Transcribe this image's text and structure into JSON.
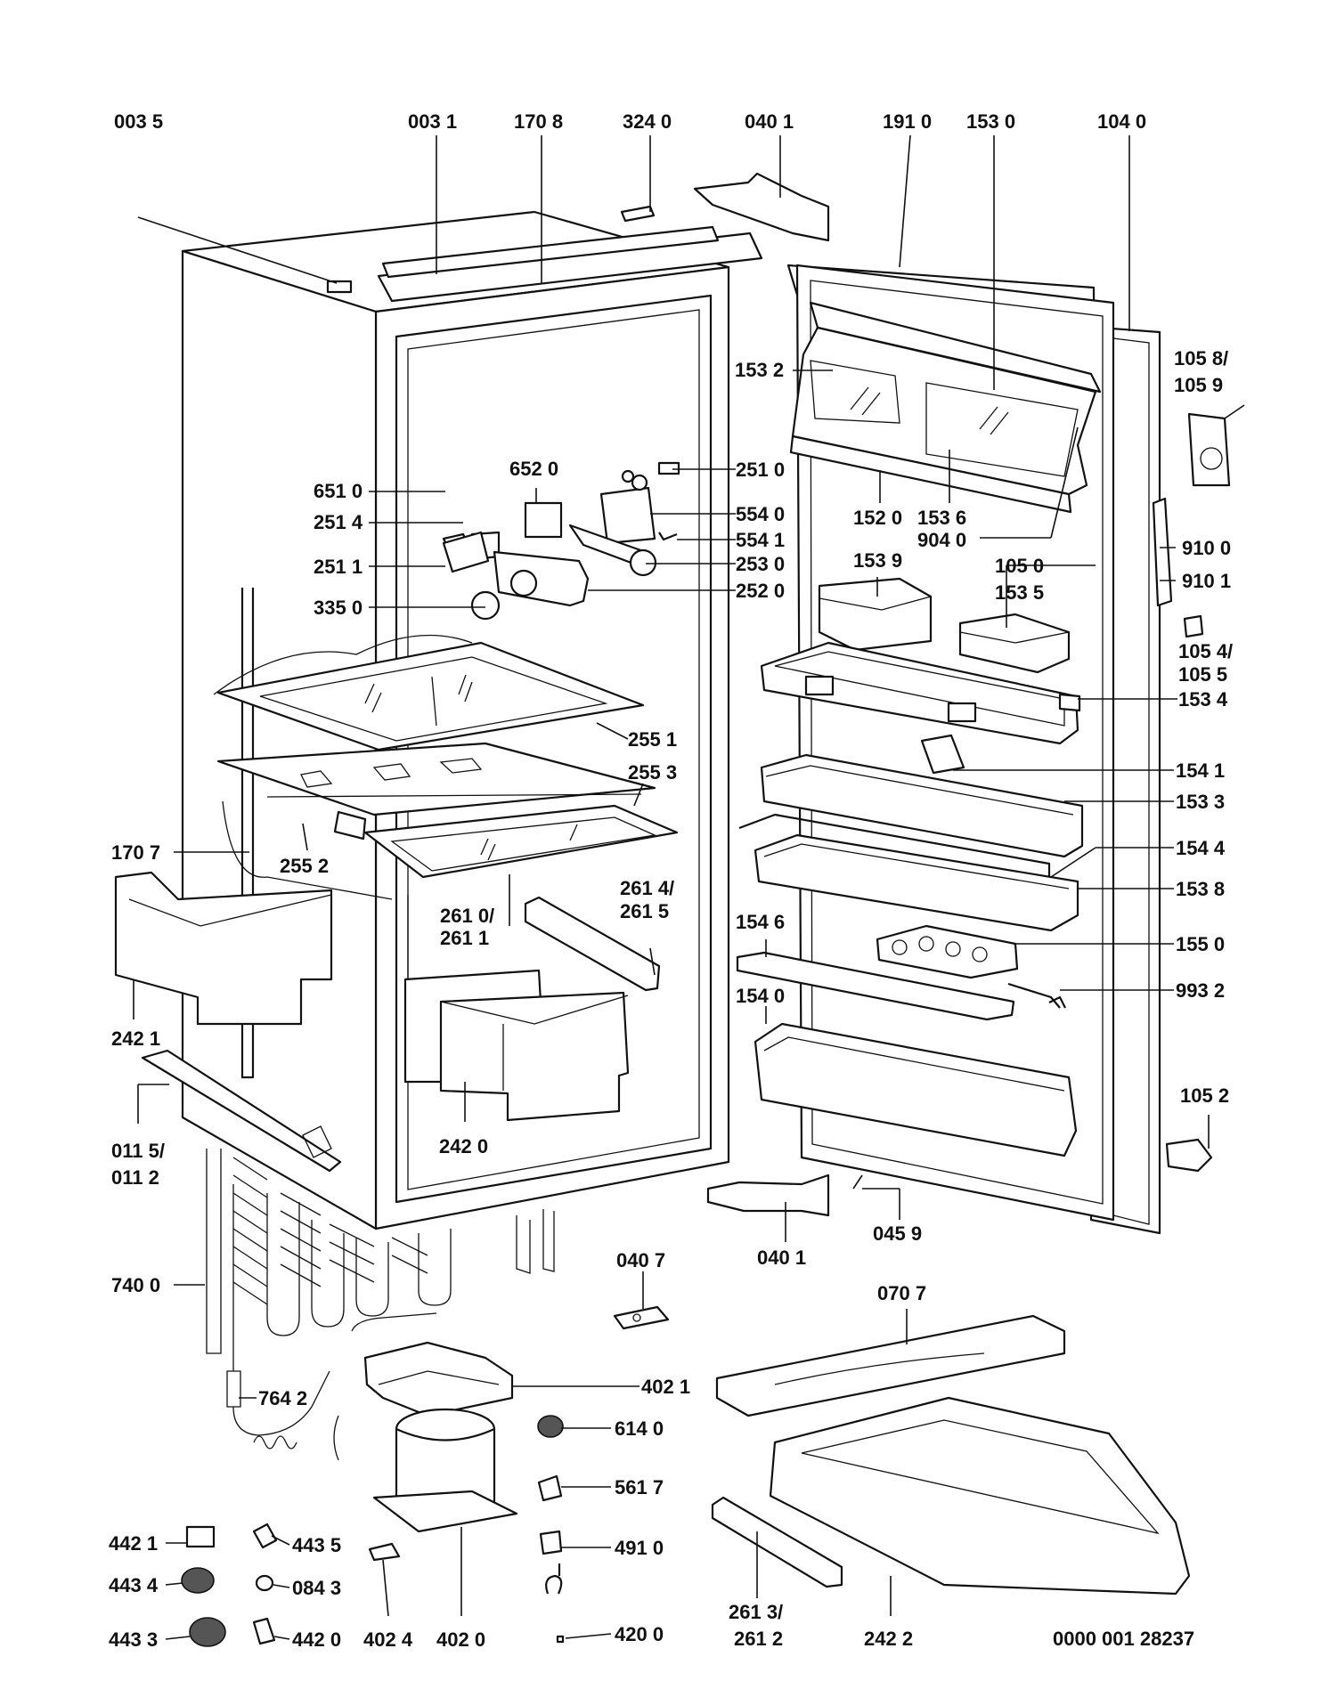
{
  "diagram": {
    "doc_number": "0000 001 28237",
    "labels": {
      "l_0035": "003 5",
      "l_0031": "003 1",
      "l_1708": "170 8",
      "l_3240": "324 0",
      "l_0401_top": "040 1",
      "l_1910": "191 0",
      "l_1530": "153 0",
      "l_1040": "104 0",
      "l_1058": "105 8/",
      "l_1059": "105 9",
      "l_1532": "153 2",
      "l_6520": "652 0",
      "l_2510": "251 0",
      "l_6510": "651 0",
      "l_5540": "554 0",
      "l_2514": "251 4",
      "l_5541": "554 1",
      "l_2511": "251 1",
      "l_2530": "253 0",
      "l_3350": "335 0",
      "l_2520": "252 0",
      "l_1520": "152 0",
      "l_1536": "153 6",
      "l_9040": "904 0",
      "l_1539": "153 9",
      "l_1050": "105 0",
      "l_1535": "153 5",
      "l_9100": "910 0",
      "l_9101": "910 1",
      "l_1054": "105 4/",
      "l_1055": "105 5",
      "l_1534": "153 4",
      "l_2551": "255 1",
      "l_2553": "255 3",
      "l_1541": "154 1",
      "l_1533": "153 3",
      "l_1707": "170 7",
      "l_2552": "255 2",
      "l_1544": "154 4",
      "l_1538": "153 8",
      "l_2614": "261 4/",
      "l_2615": "261 5",
      "l_2610": "261 0/",
      "l_2611": "261 1",
      "l_1546": "154 6",
      "l_1550": "155 0",
      "l_9932": "993 2",
      "l_1540": "154 0",
      "l_2421": "242 1",
      "l_1052": "105 2",
      "l_0115": "011 5/",
      "l_0112": "011 2",
      "l_2420": "242 0",
      "l_0401_bot": "040 1",
      "l_0459": "045 9",
      "l_0407": "040 7",
      "l_7400": "740 0",
      "l_0707": "070 7",
      "l_4021": "402 1",
      "l_7642": "764 2",
      "l_6140": "614 0",
      "l_5617": "561 7",
      "l_4910": "491 0",
      "l_4421": "442 1",
      "l_4435": "443 5",
      "l_4434": "443 4",
      "l_0843": "084 3",
      "l_4433": "443 3",
      "l_4420": "442 0",
      "l_4024": "402 4",
      "l_4020": "402 0",
      "l_4200": "420 0",
      "l_2613": "261 3/",
      "l_2612": "261 2",
      "l_2422": "242 2"
    }
  }
}
